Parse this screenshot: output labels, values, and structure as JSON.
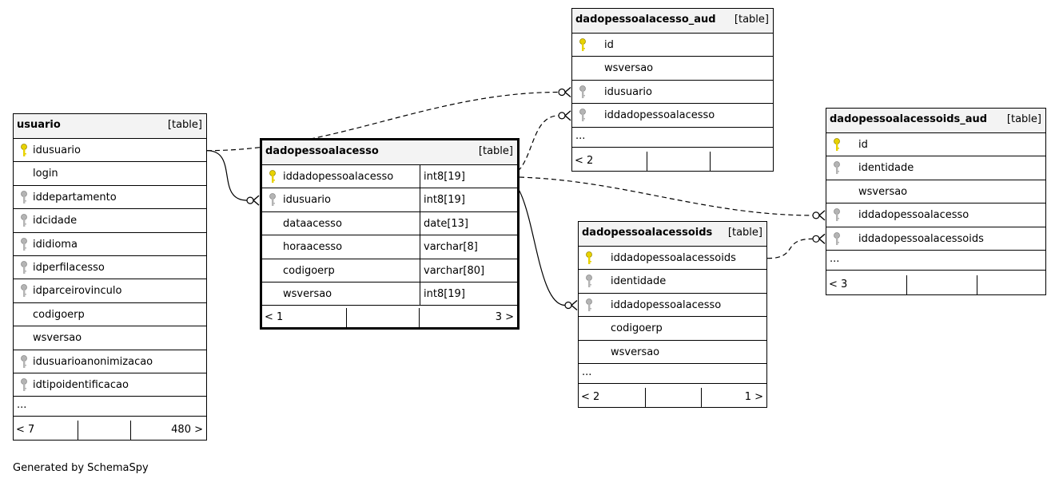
{
  "footer": "Generated by SchemaSpy",
  "tables": {
    "usuario": {
      "name": "usuario",
      "kind": "[table]",
      "columns": [
        {
          "name": "idusuario",
          "key": "primary"
        },
        {
          "name": "login",
          "key": "none"
        },
        {
          "name": "iddepartamento",
          "key": "foreign"
        },
        {
          "name": "idcidade",
          "key": "foreign"
        },
        {
          "name": "ididioma",
          "key": "foreign"
        },
        {
          "name": "idperfilacesso",
          "key": "foreign"
        },
        {
          "name": "idparceirovinculo",
          "key": "foreign"
        },
        {
          "name": "codigoerp",
          "key": "none"
        },
        {
          "name": "wsversao",
          "key": "none"
        },
        {
          "name": "idusuarioanonimizacao",
          "key": "foreign"
        },
        {
          "name": "idtipoidentificacao",
          "key": "foreign"
        }
      ],
      "more": "...",
      "footer": [
        "< 7",
        "",
        "480 >"
      ]
    },
    "dadopessoalacesso": {
      "name": "dadopessoalacesso",
      "kind": "[table]",
      "columns": [
        {
          "name": "iddadopessoalacesso",
          "type": "int8[19]",
          "key": "primary"
        },
        {
          "name": "idusuario",
          "type": "int8[19]",
          "key": "foreign"
        },
        {
          "name": "dataacesso",
          "type": "date[13]",
          "key": "none"
        },
        {
          "name": "horaacesso",
          "type": "varchar[8]",
          "key": "none"
        },
        {
          "name": "codigoerp",
          "type": "varchar[80]",
          "key": "none"
        },
        {
          "name": "wsversao",
          "type": "int8[19]",
          "key": "none"
        }
      ],
      "footer": [
        "< 1",
        "",
        "3 >"
      ]
    },
    "dadopessoalacesso_aud": {
      "name": "dadopessoalacesso_aud",
      "kind": "[table]",
      "columns": [
        {
          "name": "id",
          "key": "primary"
        },
        {
          "name": "wsversao",
          "key": "none"
        },
        {
          "name": "idusuario",
          "key": "foreign"
        },
        {
          "name": "iddadopessoalacesso",
          "key": "foreign"
        }
      ],
      "more": "...",
      "footer": [
        "< 2",
        "",
        ""
      ]
    },
    "dadopessoalacessoids": {
      "name": "dadopessoalacessoids",
      "kind": "[table]",
      "columns": [
        {
          "name": "iddadopessoalacessoids",
          "key": "primary"
        },
        {
          "name": "identidade",
          "key": "foreign"
        },
        {
          "name": "iddadopessoalacesso",
          "key": "foreign"
        },
        {
          "name": "codigoerp",
          "key": "none"
        },
        {
          "name": "wsversao",
          "key": "none"
        }
      ],
      "more": "...",
      "footer": [
        "< 2",
        "",
        "1 >"
      ]
    },
    "dadopessoalacessoids_aud": {
      "name": "dadopessoalacessoids_aud",
      "kind": "[table]",
      "columns": [
        {
          "name": "id",
          "key": "primary"
        },
        {
          "name": "identidade",
          "key": "foreign"
        },
        {
          "name": "wsversao",
          "key": "none"
        },
        {
          "name": "iddadopessoalacesso",
          "key": "foreign"
        },
        {
          "name": "iddadopessoalacessoids",
          "key": "foreign"
        }
      ],
      "more": "...",
      "footer": [
        "< 3",
        "",
        ""
      ]
    }
  },
  "relationships": [
    {
      "from": "usuario.idusuario",
      "to": "dadopessoalacesso.idusuario",
      "style": "solid"
    },
    {
      "from": "usuario.idusuario",
      "to": "dadopessoalacesso_aud.idusuario",
      "style": "dashed"
    },
    {
      "from": "dadopessoalacesso.iddadopessoalacesso",
      "to": "dadopessoalacesso_aud.iddadopessoalacesso",
      "style": "dashed"
    },
    {
      "from": "dadopessoalacesso.iddadopessoalacesso",
      "to": "dadopessoalacessoids.iddadopessoalacesso",
      "style": "solid"
    },
    {
      "from": "dadopessoalacesso.iddadopessoalacesso",
      "to": "dadopessoalacessoids_aud.iddadopessoalacesso",
      "style": "dashed"
    },
    {
      "from": "dadopessoalacessoids.iddadopessoalacessoids",
      "to": "dadopessoalacessoids_aud.iddadopessoalacessoids",
      "style": "dashed"
    }
  ],
  "colors": {
    "primary_key": "#e8d200",
    "foreign_key": "#b4b4b4",
    "header_bg": "#f3f3f3"
  }
}
